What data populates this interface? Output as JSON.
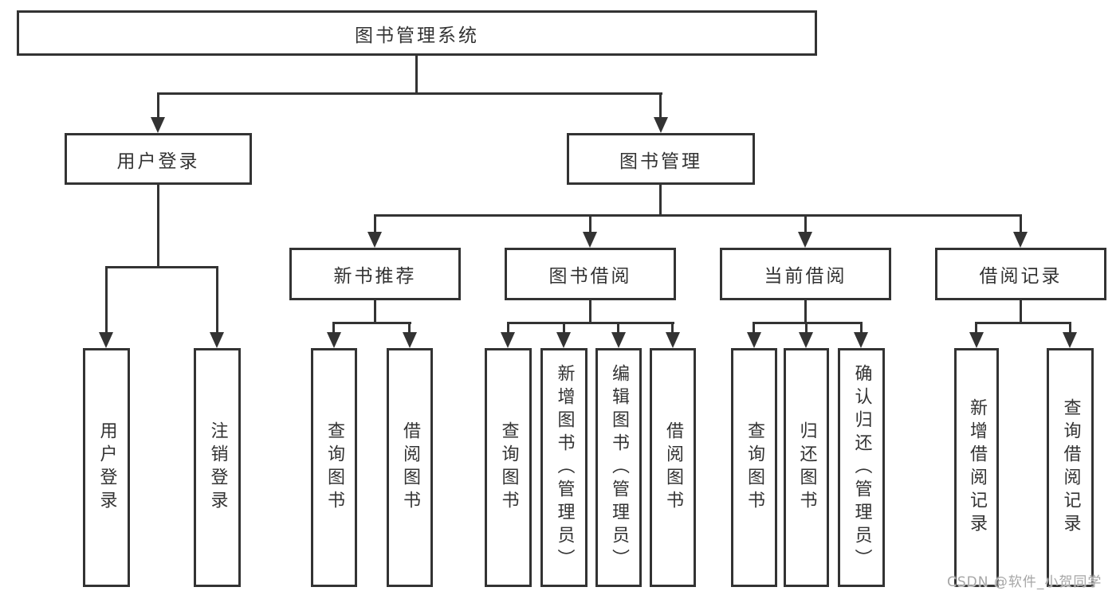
{
  "tree": {
    "root": {
      "label": "图书管理系统",
      "children": [
        {
          "label": "用户登录",
          "children": [
            {
              "label": "用户登录"
            },
            {
              "label": "注销登录"
            }
          ]
        },
        {
          "label": "图书管理",
          "children": [
            {
              "label": "新书推荐",
              "children": [
                {
                  "label": "查询图书"
                },
                {
                  "label": "借阅图书"
                }
              ]
            },
            {
              "label": "图书借阅",
              "children": [
                {
                  "label": "查询图书"
                },
                {
                  "label": "新增图书（管理员）"
                },
                {
                  "label": "编辑图书（管理员）"
                },
                {
                  "label": "借阅图书"
                }
              ]
            },
            {
              "label": "当前借阅",
              "children": [
                {
                  "label": "查询图书"
                },
                {
                  "label": "归还图书"
                },
                {
                  "label": "确认归还（管理员）"
                }
              ]
            },
            {
              "label": "借阅记录",
              "children": [
                {
                  "label": "新增借阅记录"
                },
                {
                  "label": "查询借阅记录"
                }
              ]
            }
          ]
        }
      ]
    }
  },
  "watermark": {
    "text": "CSDN @软件_小贺同学"
  },
  "colors": {
    "line_color": "#333333",
    "box_background": "#ffffff",
    "watermark_color": "#a6a6a6"
  }
}
